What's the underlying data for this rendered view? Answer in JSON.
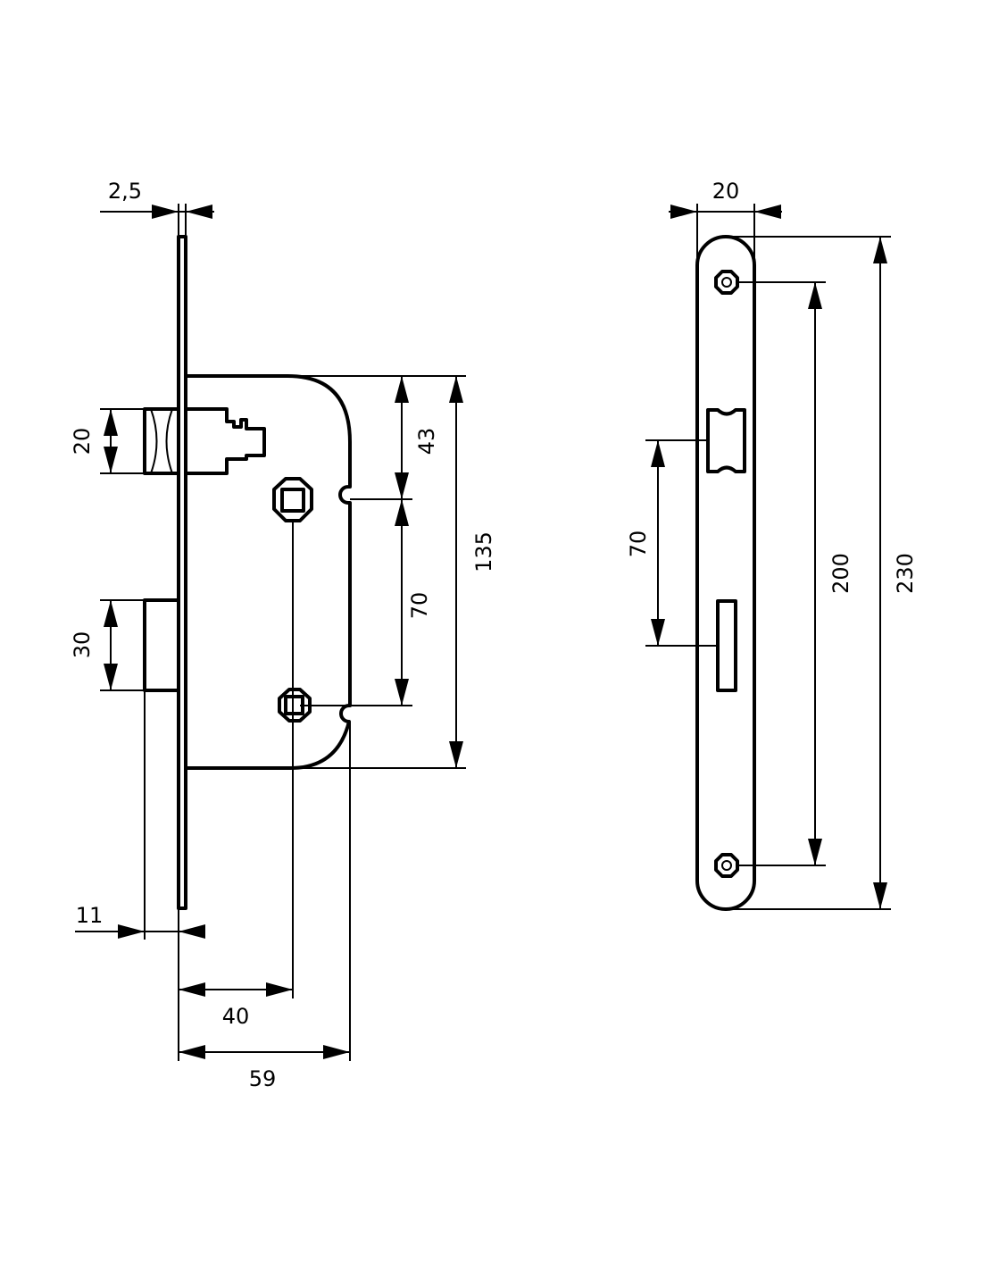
{
  "dimensions": {
    "faceplate_thickness": "2,5",
    "latch_height": "20",
    "deadbolt_height": "30",
    "bolt_projection": "11",
    "backset_handle": "40",
    "case_depth": "59",
    "top_to_handle": "43",
    "handle_to_key": "70",
    "case_height": "135",
    "faceplate_width": "20",
    "front_handle_to_key": "70",
    "screw_spacing": "200",
    "faceplate_length": "230"
  }
}
